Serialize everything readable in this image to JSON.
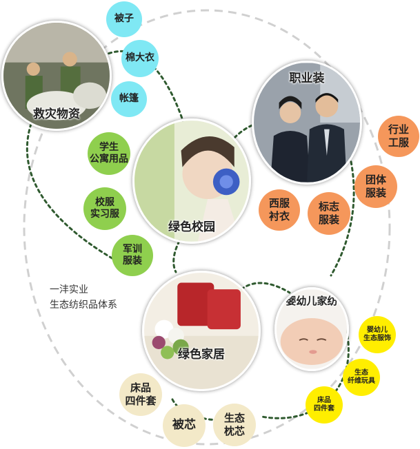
{
  "caption": "一沣实业\n生态纺织品体系",
  "hubs": {
    "relief": "救灾物资",
    "career": "职业装",
    "campus": "绿色校园",
    "home": "绿色家居",
    "baby": "婴幼儿家纺"
  },
  "relief_items": [
    "被子",
    "棉大衣",
    "帐篷"
  ],
  "campus_items": [
    "学生\n公寓用品",
    "校服\n实习服",
    "军训\n服装"
  ],
  "career_items": [
    "行业\n工服",
    "团体\n服装",
    "西服\n衬衣",
    "标志\n服装"
  ],
  "baby_items": [
    "婴幼儿\n生态服饰",
    "生态\n纤维玩具",
    "床品\n四件套"
  ],
  "home_items": [
    "床品\n四件套",
    "被芯",
    "生态\n枕芯"
  ],
  "colors": {
    "cyan": "#7fe8f4",
    "green": "#8fcf4e",
    "orange": "#f5975b",
    "yellow": "#ffee00",
    "cream": "#f3e9c8",
    "dotted_line": "#2f5a2f",
    "outer_ring": "#d0d0d0"
  }
}
